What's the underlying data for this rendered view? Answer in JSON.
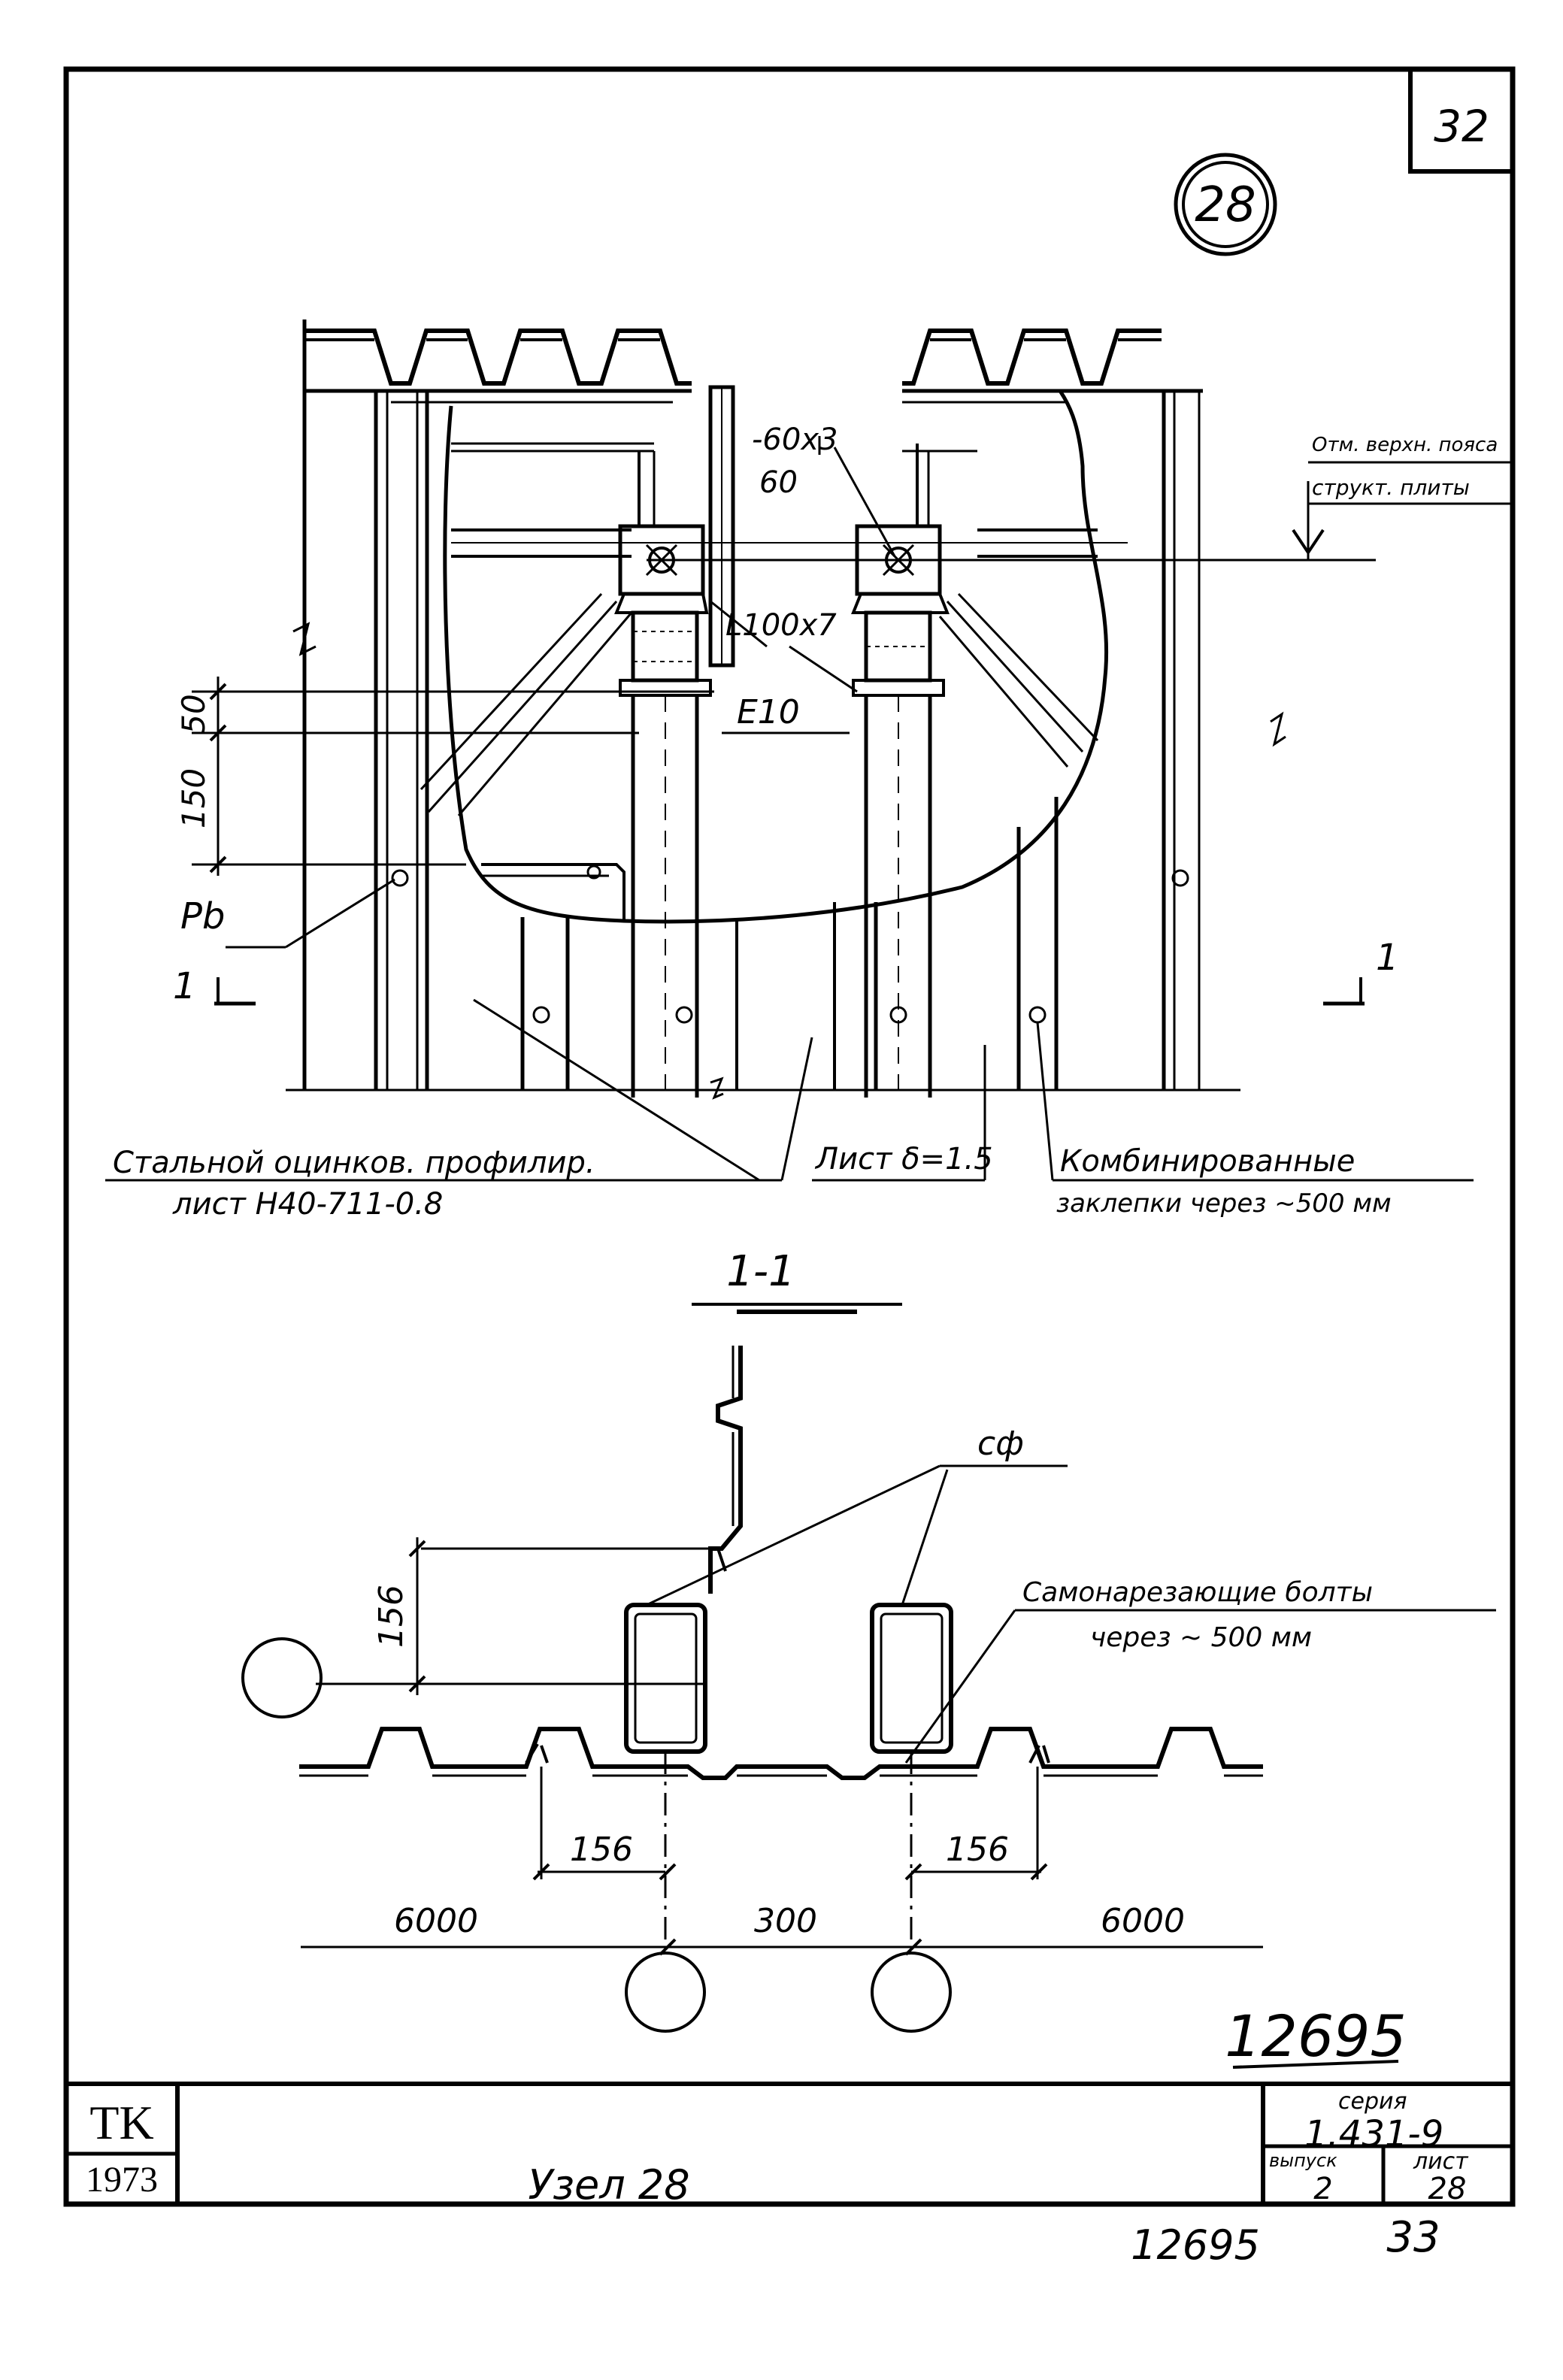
{
  "sheet": {
    "page_number": "32",
    "node_number": "28",
    "footer_number": "12695",
    "bottom_page_number": "33",
    "inventory_number": "12695"
  },
  "title_block": {
    "org": "TK",
    "year": "1973",
    "title": "Узел 28",
    "series_label": "серия",
    "series_value": "1.431-9",
    "issue_label": "выпуск",
    "issue_value": "2",
    "sheet_label": "лист",
    "sheet_value": "28"
  },
  "plan_view": {
    "plate_label": "-60х3",
    "plate_sub": "60",
    "angle_label": "L100х7",
    "channel_label": "Е10",
    "elev_line1": "Отм. верхн. пояса",
    "elev_line2": "структ. плиты",
    "dim_top": "50",
    "dim_mid": "150",
    "rivet_label": "Рb",
    "section_left": "1",
    "section_right": "1",
    "profile_sheet_line1": "Стальной оцинков. профилир.",
    "profile_sheet_line2": "лист Н40-711-0.8",
    "sheet_thickness": "Лист δ=1.5",
    "rivets_line1": "Комбинированные",
    "rivets_line2": "заклепки через ~500 мм"
  },
  "section_view": {
    "title": "1-1",
    "sf_label": "сф",
    "bolts_line1": "Самонарезающие болты",
    "bolts_line2": "через ~ 500 мм",
    "dim_height": "156",
    "dim_left": "156",
    "dim_right": "156",
    "span_left": "6000",
    "span_mid": "300",
    "span_right": "6000"
  }
}
